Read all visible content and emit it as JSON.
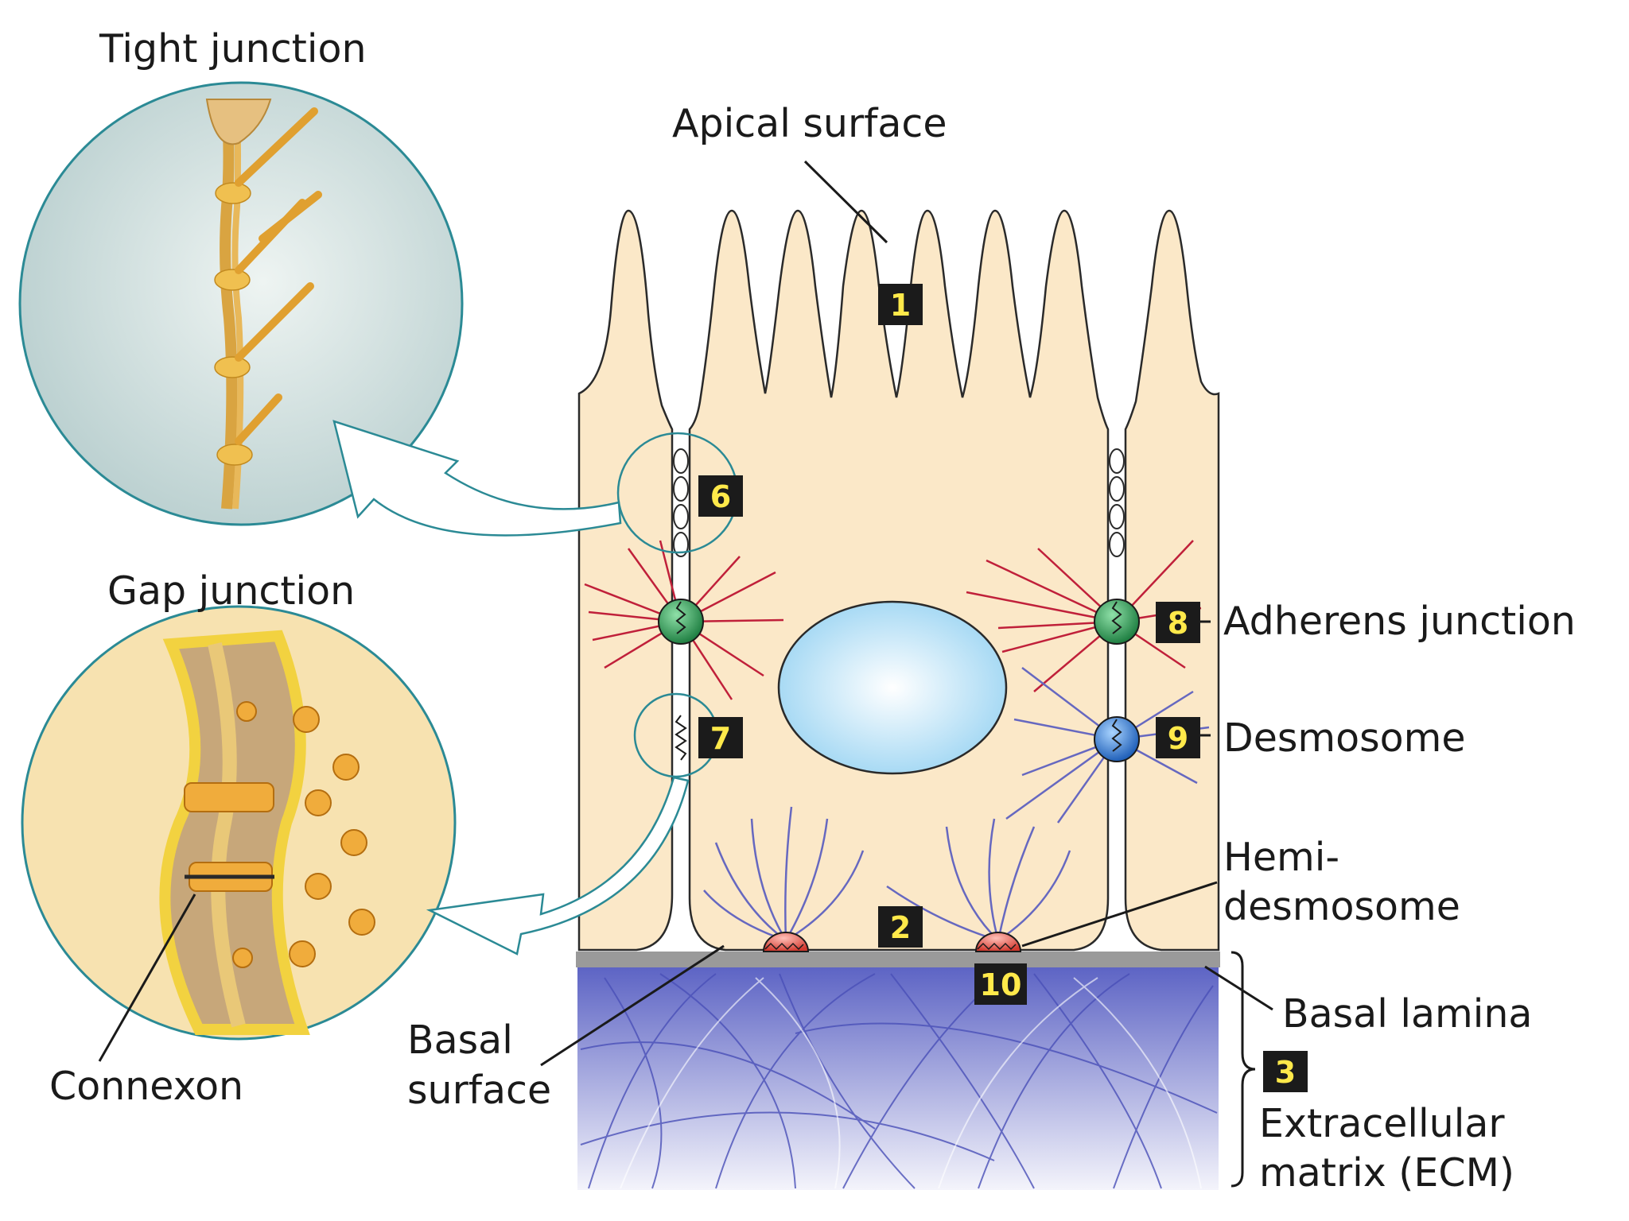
{
  "labels": {
    "tight_junction": "Tight junction",
    "gap_junction": "Gap junction",
    "connexon": "Connexon",
    "apical_surface": "Apical surface",
    "adherens_junction": "Adherens junction",
    "desmosome": "Desmosome",
    "hemidesmosome_line1": "Hemi-",
    "hemidesmosome_line2": "desmosome",
    "basal_lamina": "Basal lamina",
    "basal_surface_line1": "Basal",
    "basal_surface_line2": "surface",
    "ecm_line1": "Extracellular",
    "ecm_line2": "matrix (ECM)"
  },
  "markers": {
    "m1": "1",
    "m2": "2",
    "m3": "3",
    "m6": "6",
    "m7": "7",
    "m8": "8",
    "m9": "9",
    "m10": "10"
  },
  "colors": {
    "cytoplasm": "#fbe8c8",
    "nucleus": "#bfe5f7",
    "adherens": "#2e9a55",
    "desmosome": "#2f7fd0",
    "hemidesmosome": "#e25a4e",
    "actin_filaments": "#c0203a",
    "intermediate_filaments": "#6668c0",
    "ecm": "#5c63c4",
    "basal_lamina": "#9a9a9a",
    "marker_bg": "#1b1b1b",
    "marker_text": "#ffe94a",
    "callout_outline": "#2b8a95"
  }
}
